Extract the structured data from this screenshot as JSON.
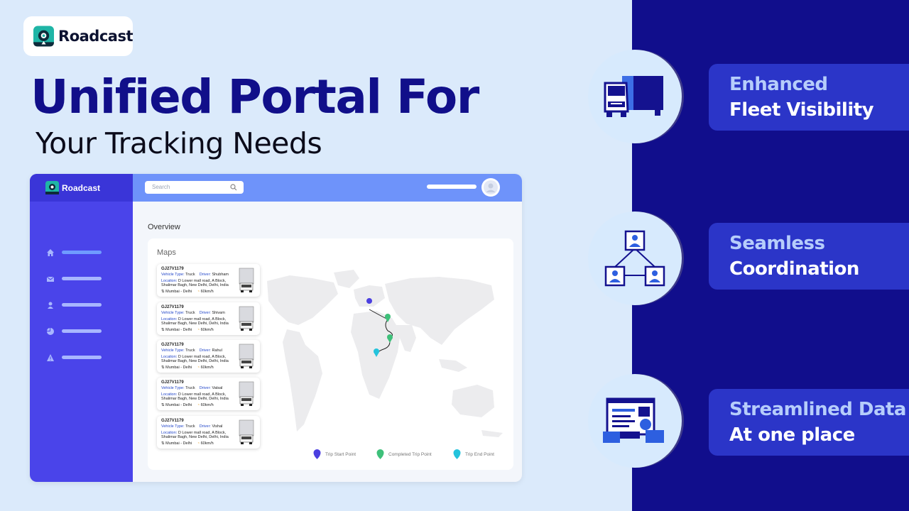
{
  "brand": {
    "name": "Roadcast"
  },
  "headline": "Unified Portal For",
  "subheadline": "Your Tracking Needs",
  "dashboard": {
    "sidebar_brand": "Roadcast",
    "search_placeholder": "Search",
    "overview_label": "Overview",
    "maps_label": "Maps",
    "nav_icons": [
      "home-icon",
      "mail-icon",
      "user-icon",
      "pie-chart-icon",
      "warning-icon"
    ],
    "trips": [
      {
        "id": "GJ27V1179",
        "vehicle_type_label": "Vehicle Type:",
        "vehicle_type": "Truck",
        "driver_label": "Driver:",
        "driver": "Shubham",
        "location_label": "Location:",
        "location_1": "D Lower mall road, A Block,",
        "location_2": "Shalimar Bagh, New Delhi, Delhi, India",
        "route": "Mumbai - Delhi",
        "speed": "60km/h"
      },
      {
        "id": "GJ27V1179",
        "vehicle_type_label": "Vehicle Type:",
        "vehicle_type": "Truck",
        "driver_label": "Driver:",
        "driver": "Shivam",
        "location_label": "Location:",
        "location_1": "D Lower mall road, A Block,",
        "location_2": "Shalimar Bagh, New Delhi, Delhi, India",
        "route": "Mumbai - Delhi",
        "speed": "60km/h"
      },
      {
        "id": "GJ27V1179",
        "vehicle_type_label": "Vehicle Type:",
        "vehicle_type": "Truck",
        "driver_label": "Driver:",
        "driver": "Rahul",
        "location_label": "Location:",
        "location_1": "D Lower mall road, A Block,",
        "location_2": "Shalimar Bagh, New Delhi, Delhi, India",
        "route": "Mumbai - Delhi",
        "speed": "60km/h"
      },
      {
        "id": "GJ27V1179",
        "vehicle_type_label": "Vehicle Type:",
        "vehicle_type": "Truck",
        "driver_label": "Driver:",
        "driver": "Vatsal",
        "location_label": "Location:",
        "location_1": "D Lower mall road, A Block,",
        "location_2": "Shalimar Bagh, New Delhi, Delhi, India",
        "route": "Mumbai - Delhi",
        "speed": "60km/h"
      },
      {
        "id": "GJ27V1179",
        "vehicle_type_label": "Vehicle Type:",
        "vehicle_type": "Truck",
        "driver_label": "Driver:",
        "driver": "Vishal",
        "location_label": "Location:",
        "location_1": "D Lower mall road, A Block,",
        "location_2": "Shalimar Bagh, New Delhi, Delhi, India",
        "route": "Mumbai - Delhi",
        "speed": "60km/h"
      }
    ],
    "legend": [
      {
        "label": "Trip Start Point",
        "color": "#4b3fe0"
      },
      {
        "label": "Completed Trip Point",
        "color": "#3ec07a"
      },
      {
        "label": "Trip End Point",
        "color": "#24c3dc"
      }
    ]
  },
  "features": [
    {
      "line1": "Enhanced",
      "line2": "Fleet Visibility",
      "icon": "truck-icon"
    },
    {
      "line1": "Seamless",
      "line2": "Coordination",
      "icon": "network-icon"
    },
    {
      "line1": "Streamlined Data",
      "line2": "At one place",
      "icon": "monitor-data-icon"
    }
  ],
  "colors": {
    "navy": "#110e8c",
    "light_bg": "#dbeafb",
    "accent": "#2b35c8"
  }
}
